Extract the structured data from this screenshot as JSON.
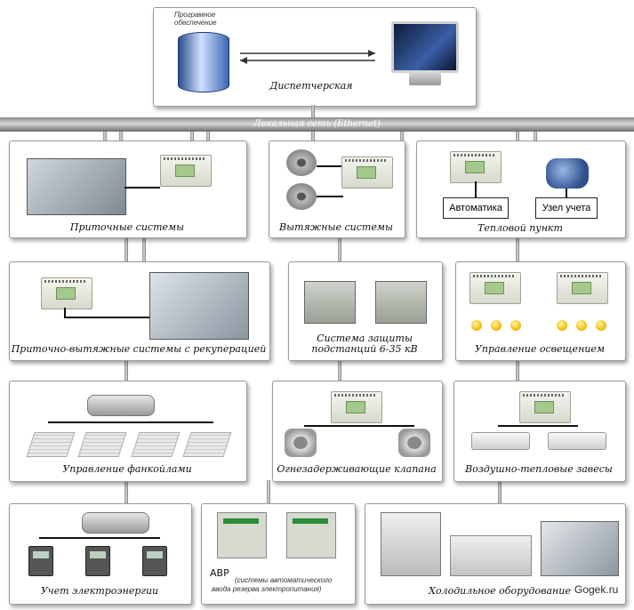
{
  "control_room": {
    "software_label": "Програмное обеспечение",
    "room_label": "Диспетчерская"
  },
  "network": {
    "label": "Локальная сеть (Ethernet)"
  },
  "panels": {
    "supply": "Приточные системы",
    "exhaust": "Вытяжные системы",
    "heat_point": "Тепловой пункт",
    "heat_automation": "Автоматика",
    "heat_meter": "Узел учета",
    "recuperation": "Приточно-вытяжные системы с рекуперацией",
    "substation_line1": "Система защиты",
    "substation_line2": "подстанций 6-35 кВ",
    "lighting": "Управление освещением",
    "fancoils": "Управление фанкойлами",
    "fire_valves": "Огнезадерживающие клапана",
    "air_curtains": "Воздушно-тепловые завесы",
    "electricity": "Учет электроэнергии",
    "avr_title": "АВР",
    "avr_sub1": "(системы автоматического",
    "avr_sub2": "ввода резерва электропитания)",
    "cooling": "Холодильное оборудование"
  },
  "watermark": "Gogek.ru"
}
